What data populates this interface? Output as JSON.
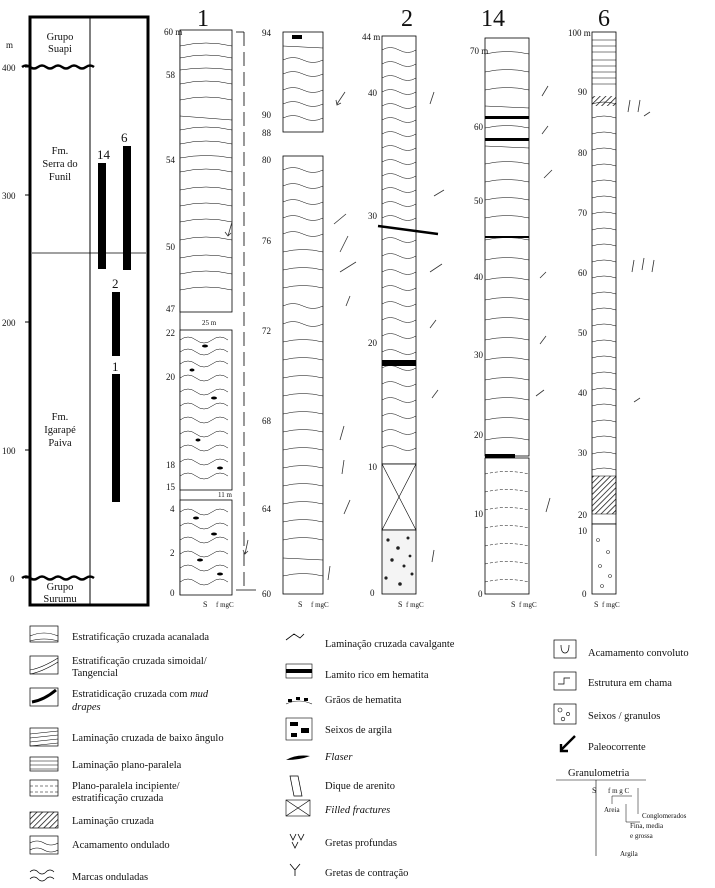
{
  "stratigraphy": {
    "unit_label": "m",
    "ticks": [
      "400",
      "300",
      "200",
      "100",
      "0"
    ],
    "units": [
      {
        "name_line1": "Grupo",
        "name_line2": "Suapi",
        "name_line3": ""
      },
      {
        "name_line1": "Fm.",
        "name_line2": "Serra do",
        "name_line3": "Funil"
      },
      {
        "name_line1": "Fm.",
        "name_line2": "Igarapé",
        "name_line3": "Paiva"
      },
      {
        "name_line1": "Grupo",
        "name_line2": "Surumu",
        "name_line3": ""
      }
    ],
    "bars": [
      "14",
      "6",
      "2",
      "1"
    ]
  },
  "sections": [
    {
      "id": "1",
      "ticks": [
        "60 m",
        "58",
        "54",
        "50",
        "47",
        "22",
        "20",
        "18",
        "15",
        "4",
        "2",
        "0"
      ],
      "notes": [
        "25 m",
        "11 m"
      ],
      "grain": "S",
      "grain_scale": "f mgC"
    },
    {
      "id": "1b",
      "ticks": [
        "94",
        "90",
        "88",
        "80",
        "76",
        "72",
        "68",
        "64",
        "60"
      ],
      "notes": [],
      "grain": "S",
      "grain_scale": "f mgC"
    },
    {
      "id": "2",
      "ticks": [
        "44 m",
        "40",
        "30",
        "20",
        "10",
        "0"
      ],
      "notes": [],
      "grain": "S",
      "grain_scale": "f mgC"
    },
    {
      "id": "14",
      "ticks": [
        "70 m",
        "60",
        "50",
        "40",
        "30",
        "20",
        "10",
        "0"
      ],
      "notes": [],
      "grain": "S",
      "grain_scale": "f mgC"
    },
    {
      "id": "6",
      "ticks": [
        "100 m",
        "90",
        "80",
        "70",
        "60",
        "50",
        "40",
        "30",
        "20",
        "10",
        "0"
      ],
      "notes": [],
      "grain": "S",
      "grain_scale": "f mgC"
    }
  ],
  "legend": {
    "col1": [
      {
        "label": "Estratificação cruzada acanalada",
        "label2": "",
        "italic": false,
        "icon": "trough-cross-icon"
      },
      {
        "label": "Estratificação cruzada simoidal/",
        "label2": "Tangencial",
        "italic": false,
        "icon": "sigmoidal-icon"
      },
      {
        "label": "Estratidicação cruzada com",
        "label2": "drapes",
        "italic_part": "mud",
        "icon": "mud-drapes-icon"
      },
      {
        "label": "Laminação cruzada de baixo ângulo",
        "label2": "",
        "italic": false,
        "icon": "low-angle-icon"
      },
      {
        "label": "Laminação plano-paralela",
        "label2": "",
        "italic": false,
        "icon": "plane-parallel-icon"
      },
      {
        "label": "Plano-paralela incipiente/",
        "label2": "estratificação cruzada",
        "italic": false,
        "icon": "incipient-icon"
      },
      {
        "label": "Laminação cruzada",
        "label2": "",
        "italic": false,
        "icon": "cross-lamination-icon"
      },
      {
        "label": "Acamamento ondulado",
        "label2": "",
        "italic": false,
        "icon": "wavy-bedding-icon"
      },
      {
        "label": "Marcas onduladas",
        "label2": "",
        "italic": false,
        "icon": "ripple-marks-icon"
      }
    ],
    "col2": [
      {
        "label": "Laminação cruzada cavalgante",
        "italic": false,
        "icon": "climbing-ripple-icon"
      },
      {
        "label": "Lamito rico em hematita",
        "italic": false,
        "icon": "hematite-mudstone-icon"
      },
      {
        "label": "Grãos de hematita",
        "italic": false,
        "icon": "hematite-grains-icon"
      },
      {
        "label": "Seixos de argila",
        "italic": false,
        "icon": "clay-pebbles-icon"
      },
      {
        "label": "Flaser",
        "italic": true,
        "icon": "flaser-icon"
      },
      {
        "label": "Dique de arenito",
        "italic": false,
        "icon": "sandstone-dike-icon"
      },
      {
        "label": "Filled fractures",
        "italic": true,
        "icon": "filled-fractures-icon"
      },
      {
        "label": "Gretas profundas",
        "italic": false,
        "icon": "deep-cracks-icon"
      },
      {
        "label": "Gretas de contração",
        "italic": false,
        "icon": "contraction-cracks-icon"
      }
    ],
    "col3": [
      {
        "label": "Acamamento convoluto",
        "icon": "convolute-icon"
      },
      {
        "label": "Estrutura em chama",
        "icon": "flame-structure-icon"
      },
      {
        "label": "Seixos / granulos",
        "icon": "pebbles-icon"
      },
      {
        "label": "Paleocorrente",
        "icon": "paleocurrent-arrow-icon"
      }
    ],
    "granulometry": {
      "title": "Granulometria",
      "s_label": "S",
      "scale_label": "f m g C",
      "areia": "Areia",
      "conglomerado": "Conglomerados",
      "fina": "Fina, media",
      "grossa": "e grossa",
      "argila": "Argila"
    }
  }
}
